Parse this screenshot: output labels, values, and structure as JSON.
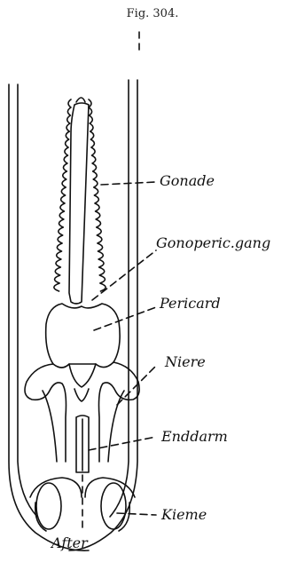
{
  "figure": {
    "title": "Fig. 304."
  },
  "labels": {
    "gonade": "Gonade",
    "gonoperic_gang": "Gonoperic.gang",
    "pericard": "Pericard",
    "niere": "Niere",
    "enddarm": "Enddarm",
    "kieme": "Kieme",
    "after": "After"
  }
}
